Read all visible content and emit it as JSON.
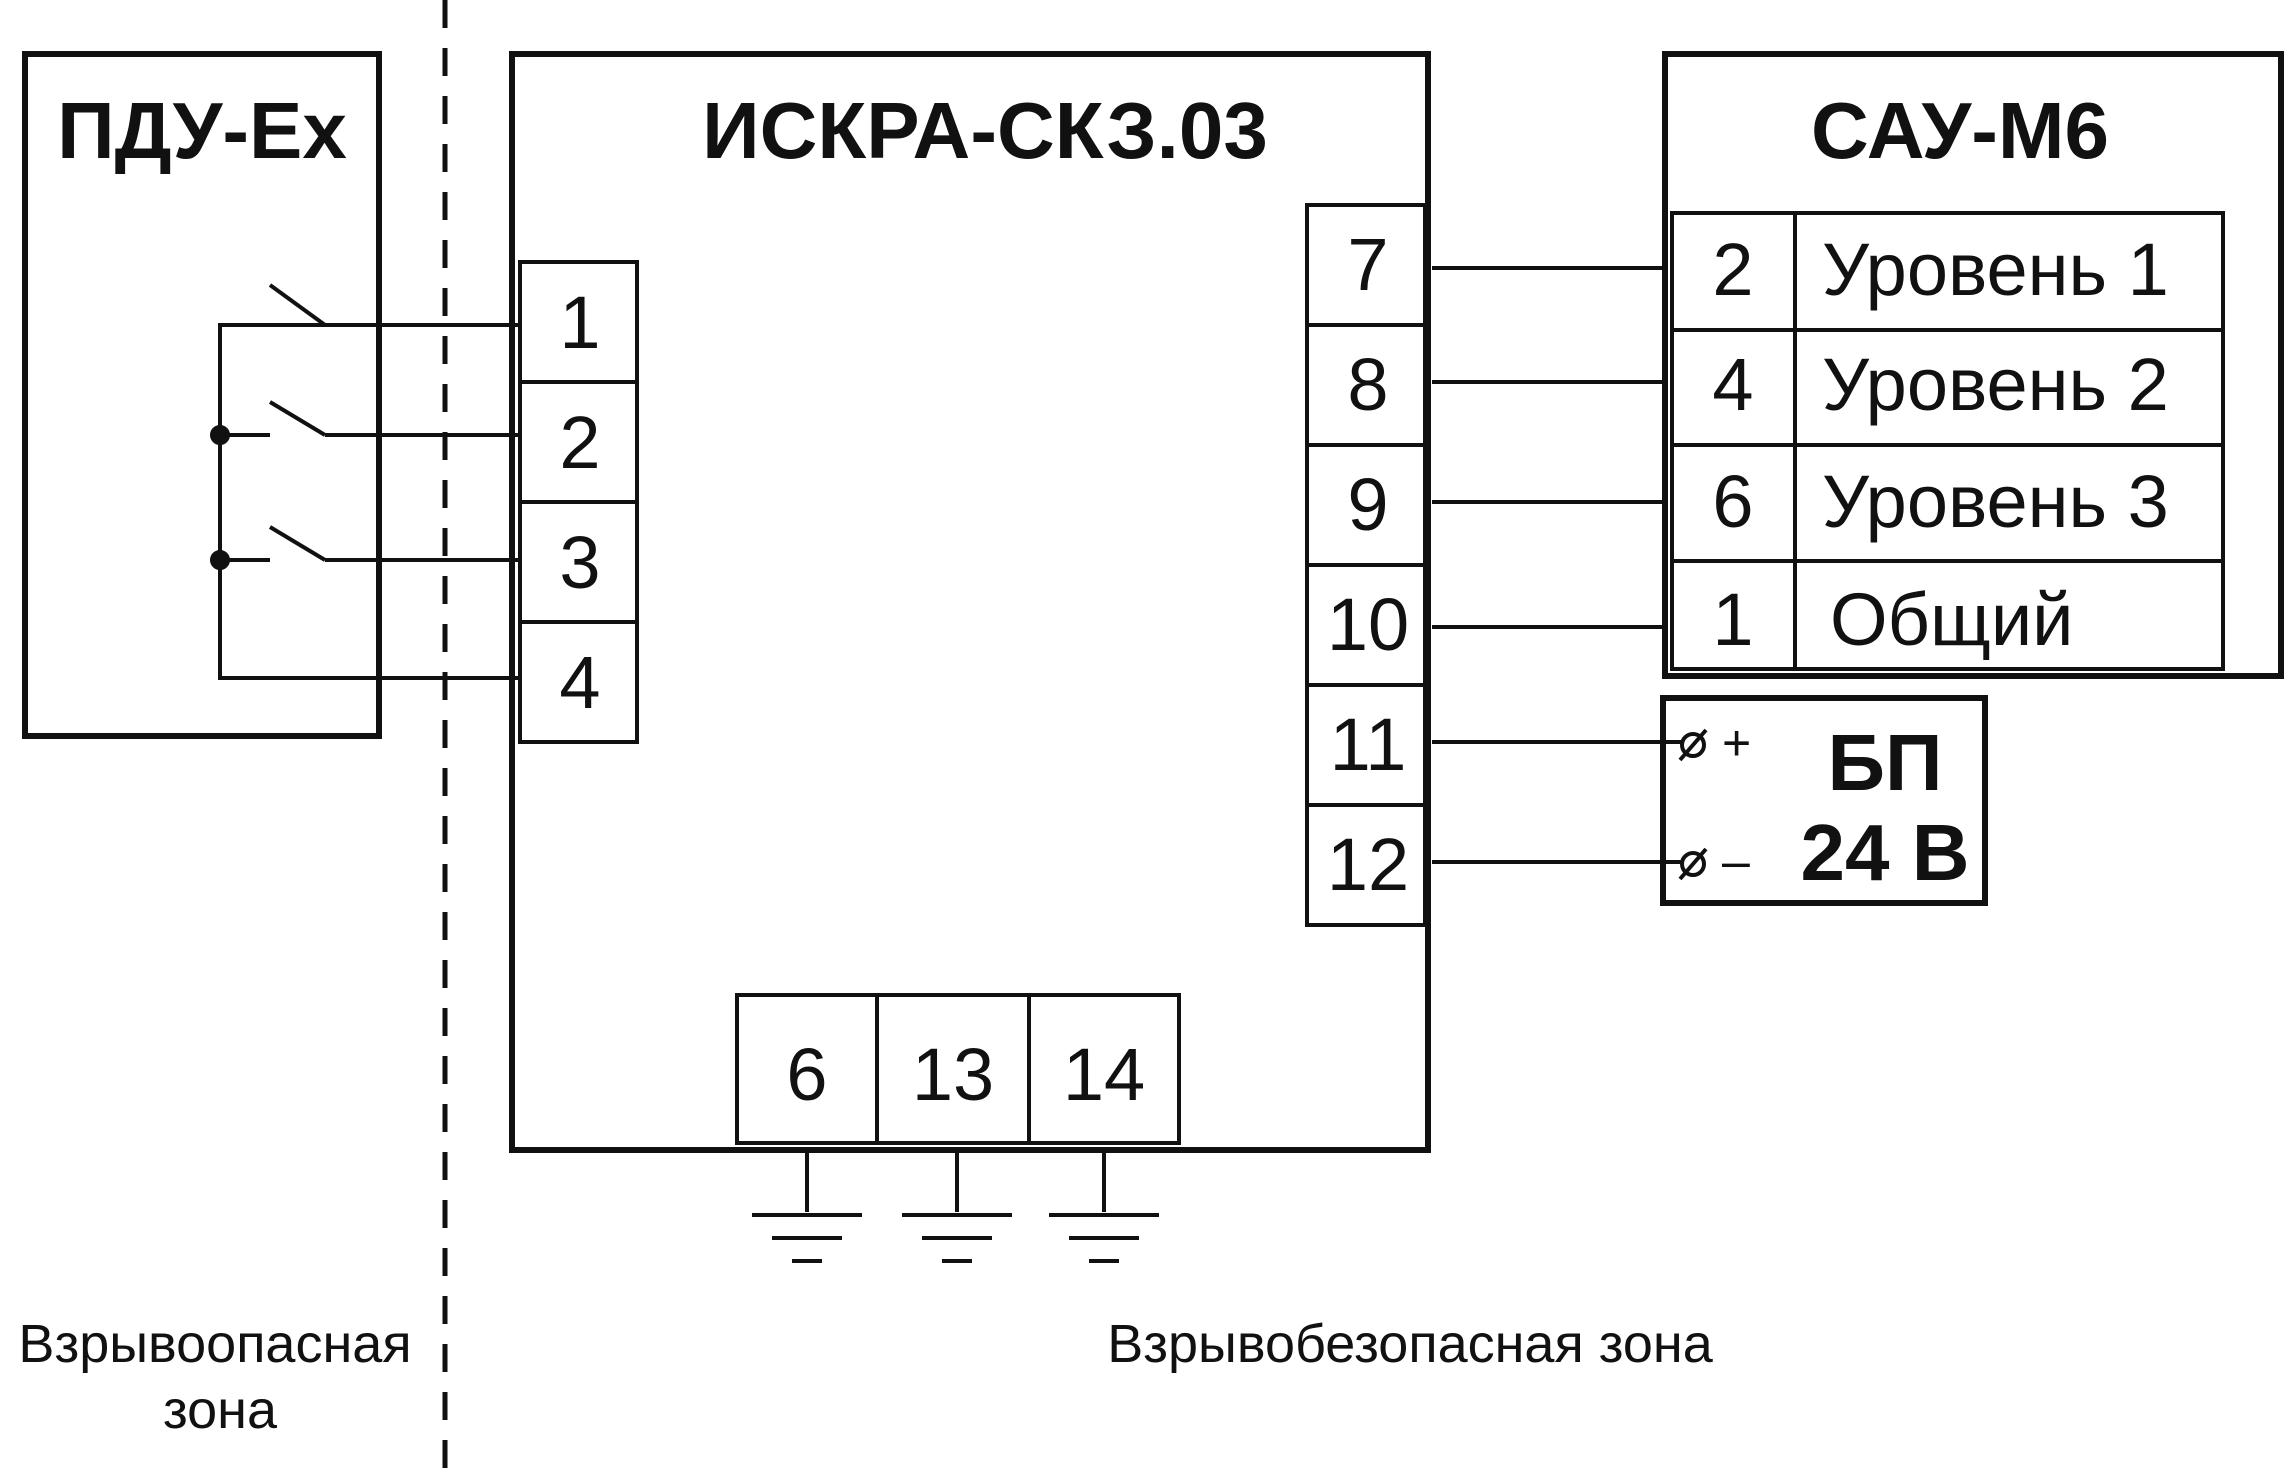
{
  "pdu": {
    "title": "ПДУ-Ex"
  },
  "iskra": {
    "title": "ИСКРА-СКЗ.03",
    "left_terminals": [
      "1",
      "2",
      "3",
      "4"
    ],
    "right_terminals": [
      "7",
      "8",
      "9",
      "10",
      "11",
      "12"
    ],
    "bottom_terminals": [
      "6",
      "13",
      "14"
    ]
  },
  "sau": {
    "title": "САУ-М6",
    "rows": [
      {
        "terminal": "2",
        "label": "Уровень 1"
      },
      {
        "terminal": "4",
        "label": "Уровень 2"
      },
      {
        "terminal": "6",
        "label": "Уровень 3"
      },
      {
        "terminal": "1",
        "label": "Общий"
      }
    ]
  },
  "psu": {
    "title_line1": "БП",
    "title_line2": "24 В",
    "plus": "+",
    "minus": "–"
  },
  "zones": {
    "hazardous_line1": "Взрывоопасная",
    "hazardous_line2": "зона",
    "safe": "Взрывобезопасная зона"
  }
}
